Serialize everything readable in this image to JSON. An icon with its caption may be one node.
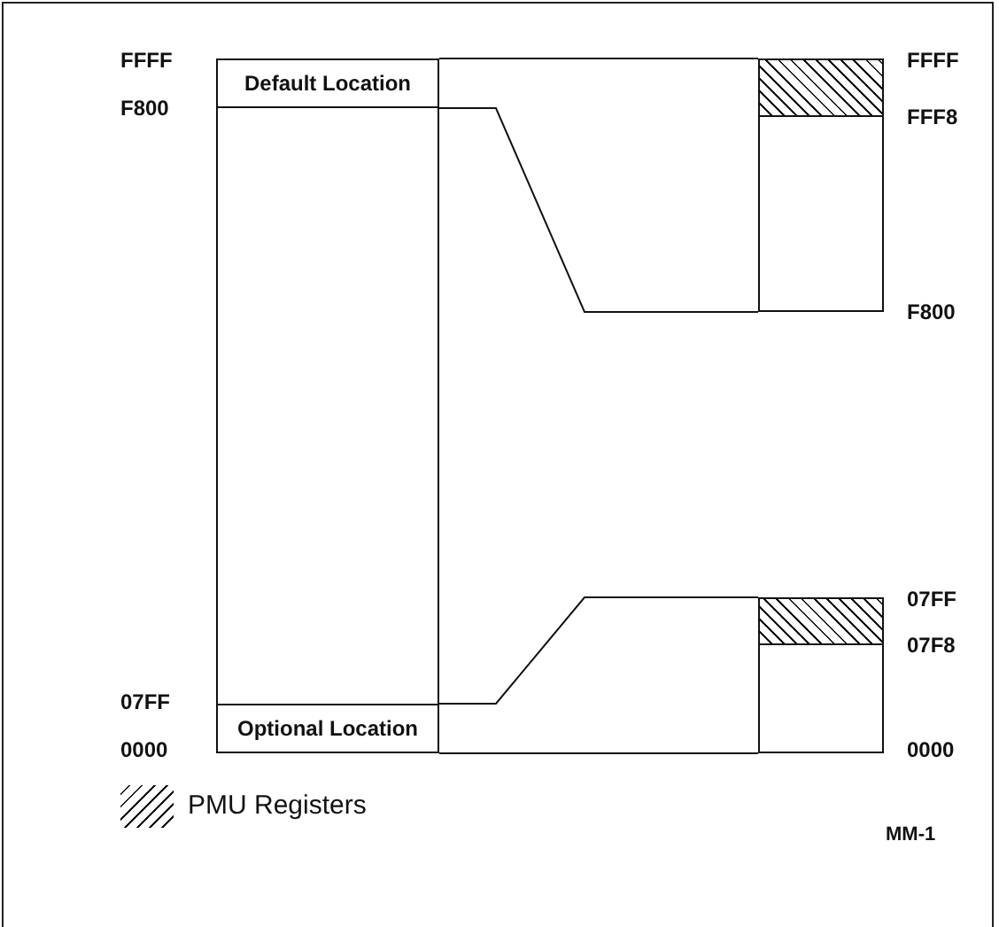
{
  "diagram": {
    "nodes": [
      {
        "text": [
          "Default Location"
        ]
      },
      {
        "text": [],
        "shape": "box"
      },
      {
        "text": [
          "Optional Location"
        ]
      },
      {
        "text": [],
        "shape": "box"
      },
      {
        "text": [],
        "shape": "box"
      },
      {
        "text": [],
        "shape": "box"
      },
      {
        "text": [],
        "shape": "box"
      }
    ],
    "edges": [
      {
        "from": 0,
        "to": 3,
        "arrow": "none"
      },
      {
        "from": 0,
        "to": 4,
        "arrow": "none"
      },
      {
        "from": 2,
        "to": 5,
        "arrow": "none"
      },
      {
        "from": 2,
        "to": 6,
        "arrow": "none"
      }
    ],
    "labels": [
      "FFFF",
      "FFFF",
      "F800",
      "FFF8",
      "F800",
      "07FF",
      "07F8",
      "07FF",
      "0000",
      "0000",
      "MM-1"
    ],
    "legend": [
      {
        "text": "PMU Registers"
      }
    ]
  }
}
